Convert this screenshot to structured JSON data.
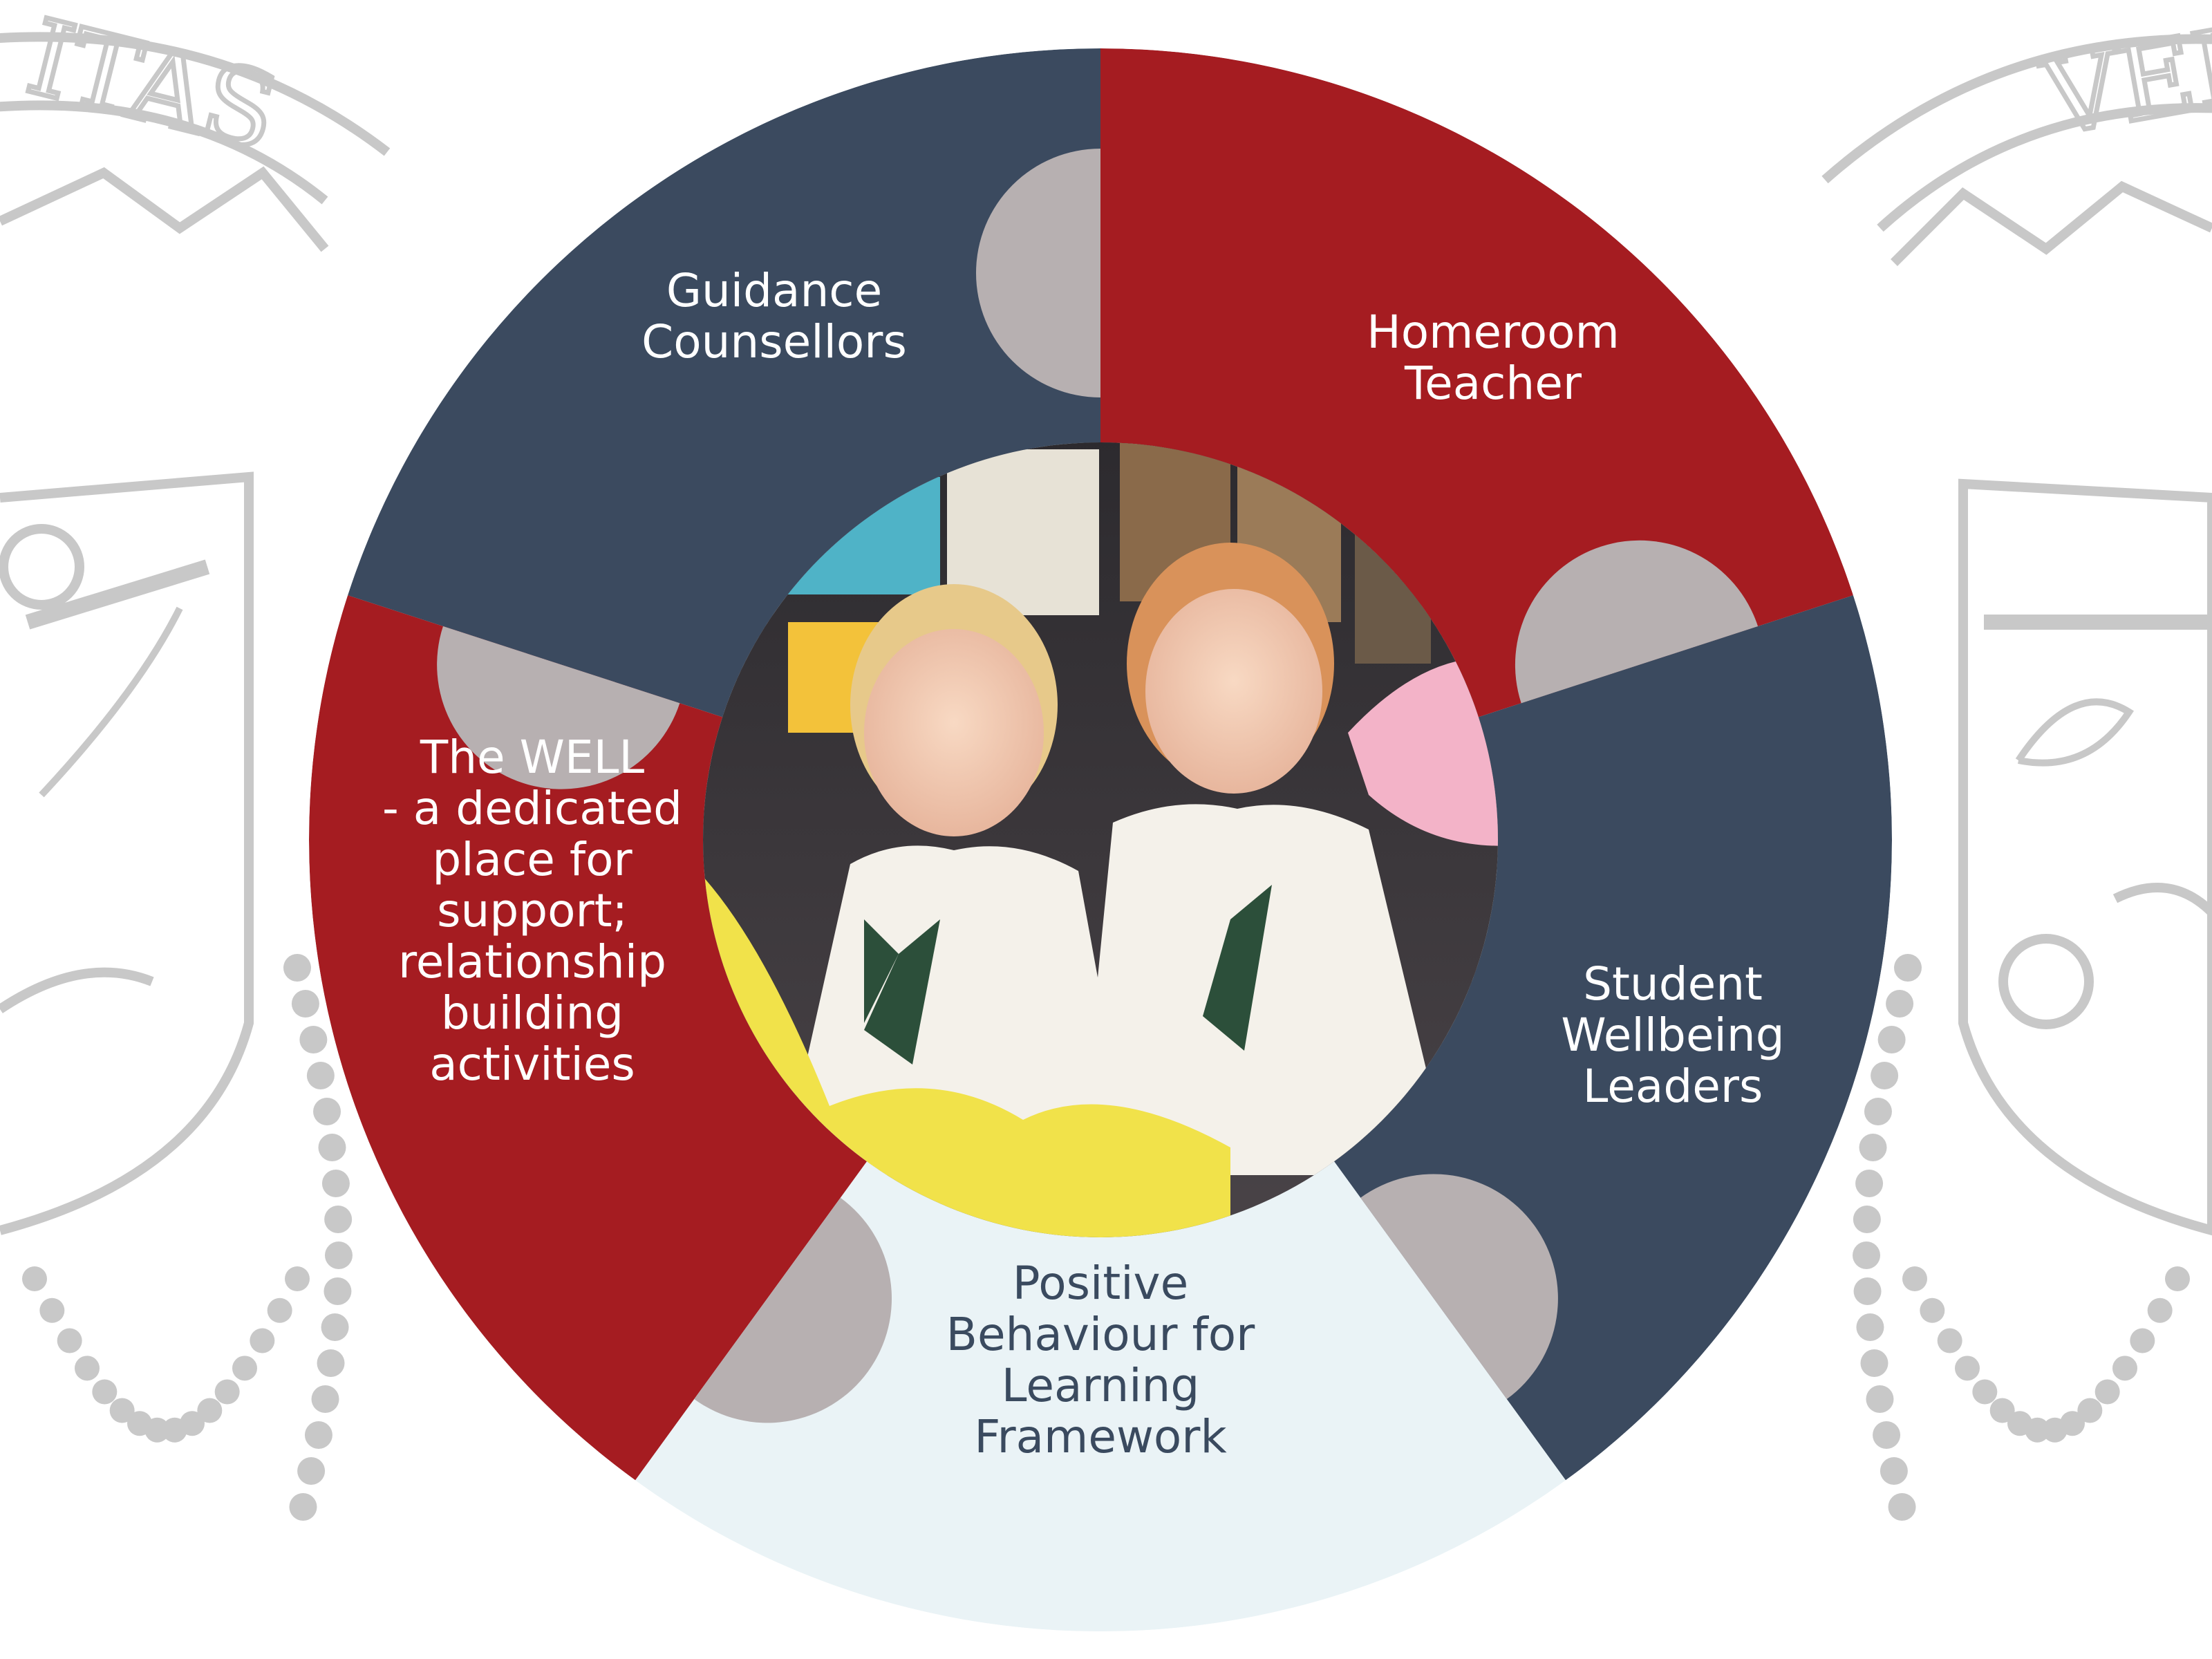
{
  "crest_motto_left": "ITAS",
  "crest_motto_right": "VER",
  "colors": {
    "red": "#a51c21",
    "navy": "#3b4a5f",
    "light": "#eaf3f6",
    "petal": "#b7b0b1",
    "crest": "#c8c8c8"
  },
  "segments": [
    {
      "id": "guidance-counsellors",
      "color": "navy",
      "text_color": "white",
      "lines": [
        "Guidance",
        "Counsellors"
      ]
    },
    {
      "id": "homeroom-teacher",
      "color": "red",
      "text_color": "white",
      "lines": [
        "Homeroom",
        "Teacher"
      ]
    },
    {
      "id": "student-wellbeing-leaders",
      "color": "navy",
      "text_color": "white",
      "lines": [
        "Student",
        "Wellbeing",
        "Leaders"
      ]
    },
    {
      "id": "positive-behaviour-framework",
      "color": "light",
      "text_color": "navy",
      "lines": [
        "Positive",
        "Behaviour for",
        "Learning",
        "Framework"
      ]
    },
    {
      "id": "the-well",
      "color": "red",
      "text_color": "white",
      "lines": [
        "The WELL",
        "- a dedicated",
        "place for",
        "support;",
        "relationship",
        "building",
        "activities"
      ]
    }
  ],
  "center_photo": {
    "subject": "two smiling students in school uniform"
  }
}
